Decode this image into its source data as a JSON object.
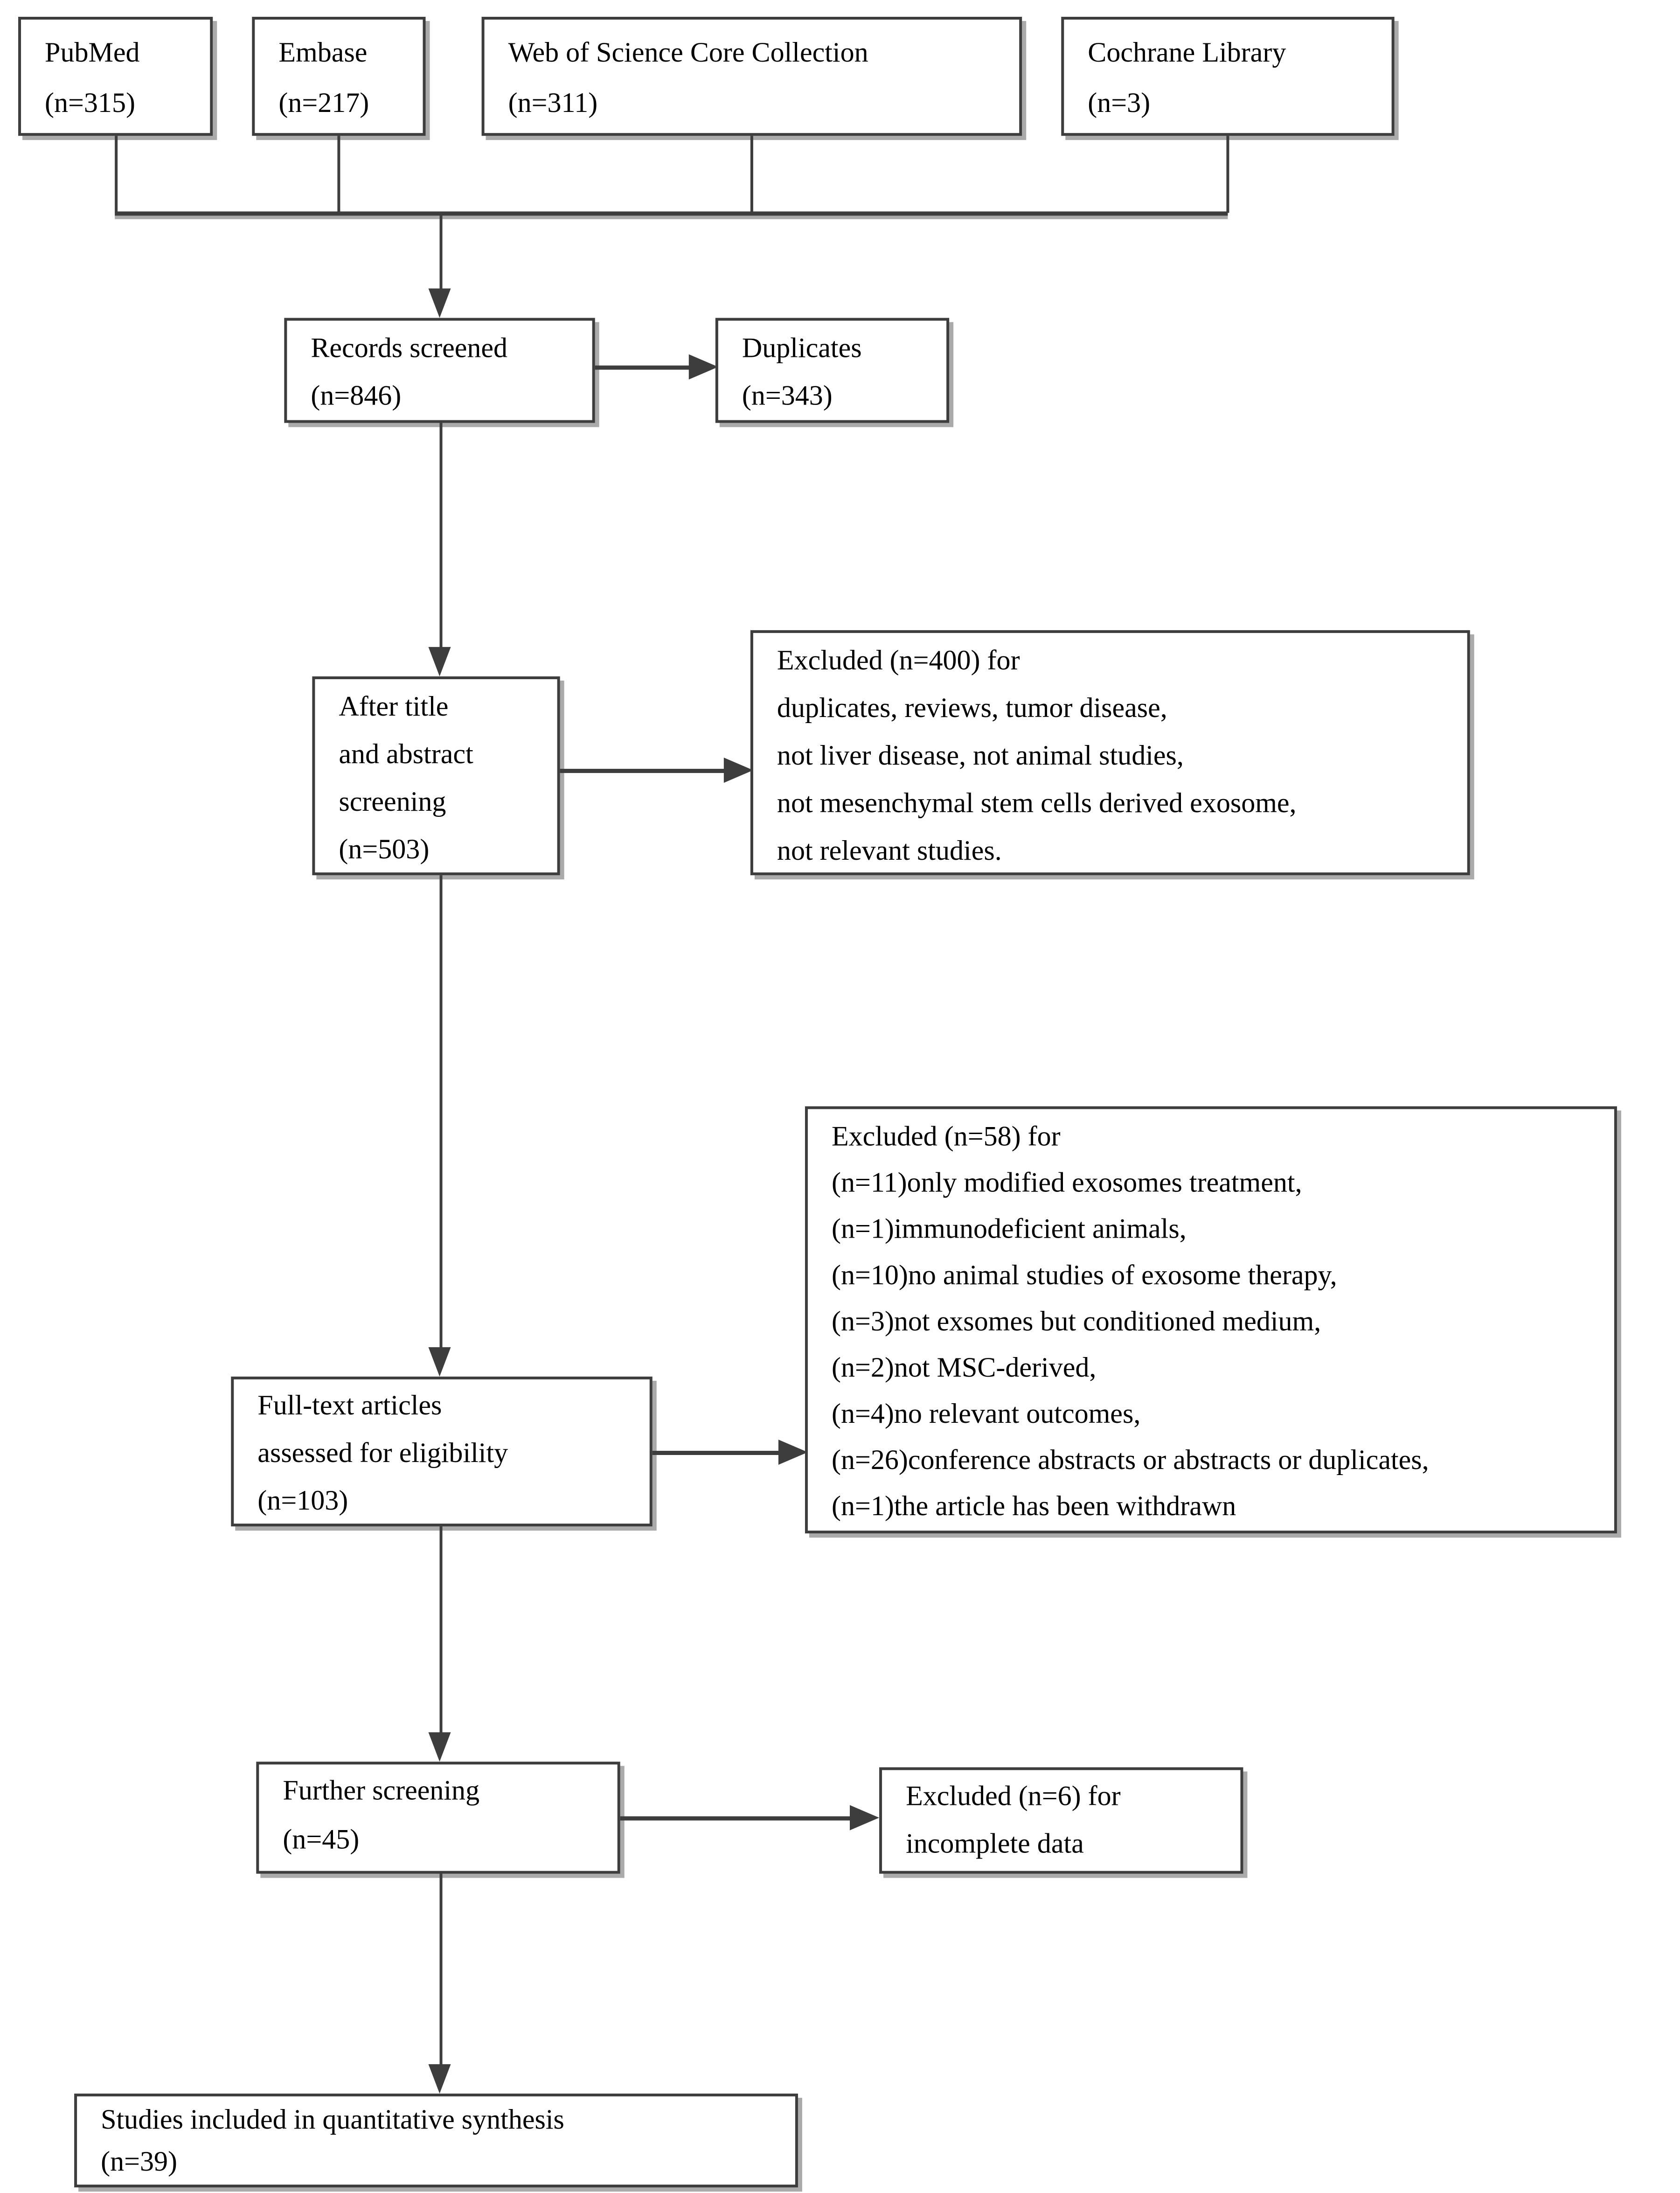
{
  "diagram": {
    "type": "prisma-flowchart",
    "colors": {
      "line": "#3d3d3d",
      "box_border": "#3d3d3d",
      "box_background": "#ffffff",
      "text": "#000000",
      "shadow": "#7d7d7d"
    },
    "boxes": {
      "pubmed": {
        "lines": [
          "PubMed",
          "(n=315)"
        ]
      },
      "embase": {
        "lines": [
          "Embase",
          "(n=217)"
        ]
      },
      "web_of_science": {
        "lines": [
          "Web of Science Core Collection",
          "(n=311)"
        ]
      },
      "cochrane": {
        "lines": [
          "Cochrane Library",
          "(n=3)"
        ]
      },
      "records_screened": {
        "lines": [
          "Records screened",
          "(n=846)"
        ]
      },
      "duplicates": {
        "lines": [
          "Duplicates",
          "(n=343)"
        ]
      },
      "title_abstract_screening": {
        "lines": [
          "After title",
          "and abstract",
          "screening",
          "(n=503)"
        ]
      },
      "excluded_400": {
        "lines": [
          "Excluded (n=400) for",
          "duplicates, reviews, tumor disease,",
          "not liver disease, not animal studies,",
          "not mesenchymal stem cells derived exosome,",
          "not relevant studies."
        ]
      },
      "full_text": {
        "lines": [
          "Full-text articles",
          "assessed for eligibility",
          "(n=103)"
        ]
      },
      "excluded_58": {
        "lines": [
          "Excluded (n=58) for",
          "(n=11)only modified exosomes treatment,",
          "(n=1)immunodeficient animals,",
          "(n=10)no animal studies of exosome therapy,",
          "(n=3)not exsomes but conditioned medium,",
          "(n=2)not MSC-derived,",
          "(n=4)no relevant outcomes,",
          "(n=26)conference abstracts or abstracts or duplicates,",
          "(n=1)the article has been withdrawn"
        ]
      },
      "further_screening": {
        "lines": [
          "Further screening",
          "(n=45)"
        ]
      },
      "excluded_6": {
        "lines": [
          "Excluded (n=6) for",
          "incomplete data"
        ]
      },
      "included": {
        "lines": [
          "Studies included in quantitative synthesis",
          "(n=39)"
        ]
      }
    }
  }
}
